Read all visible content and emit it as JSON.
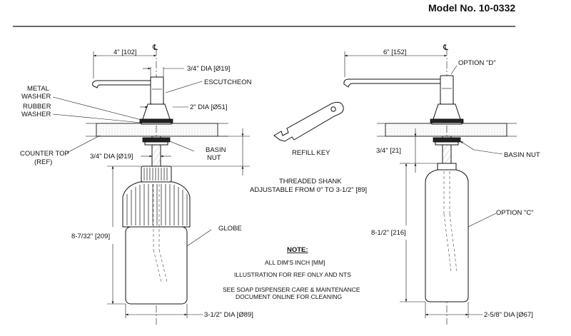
{
  "header": {
    "model": "Model No. 10-0332"
  },
  "left_view": {
    "center_mark": "℄",
    "dim_spout_reach": "4\" [102]",
    "dim_spout_dia": "3/4\" DIA [Ø19]",
    "escutcheon": "ESCUTCHEON",
    "metal_washer_1": "METAL",
    "metal_washer_2": "WASHER",
    "rubber_washer_1": "RUBBER",
    "rubber_washer_2": "WASHER",
    "dim_escutcheon_dia": "2\" DIA [Ø51]",
    "counter_top_1": "COUNTER TOP",
    "counter_top_2": "(REF)",
    "dim_shank_dia": "3/4\" DIA [Ø19]",
    "basin_nut_1": "BASIN",
    "basin_nut_2": "NUT",
    "threaded_shank_1": "THREADED SHANK",
    "threaded_shank_2": "ADJUSTABLE FROM 0\" TO 3-1/2\" [89]",
    "globe": "GLOBE",
    "dim_height": "8-7/32\" [209]",
    "dim_globe_dia": "3-1/2\" DIA [Ø89]"
  },
  "refill_key": "REFILL KEY",
  "right_view": {
    "center_mark": "℄",
    "dim_spout_reach": "6\" [152]",
    "option_d": "OPTION \"D\"",
    "dim_shank": "3/4\" [21]",
    "basin_nut": "BASIN NUT",
    "option_c": "OPTION \"C\"",
    "dim_height": "8-1/2\" [216]",
    "dim_bottle_dia": "2-5/8\" DIA [Ø67]"
  },
  "notes": {
    "heading": "NOTE:",
    "line1": "ALL DIM'S INCH [MM]",
    "line2": "ILLUSTRATION FOR REF ONLY AND NTS",
    "line3a": "SEE SOAP DISPENSER CARE & MAINTENANCE",
    "line3b": "DOCUMENT ONLINE FOR CLEANING"
  }
}
